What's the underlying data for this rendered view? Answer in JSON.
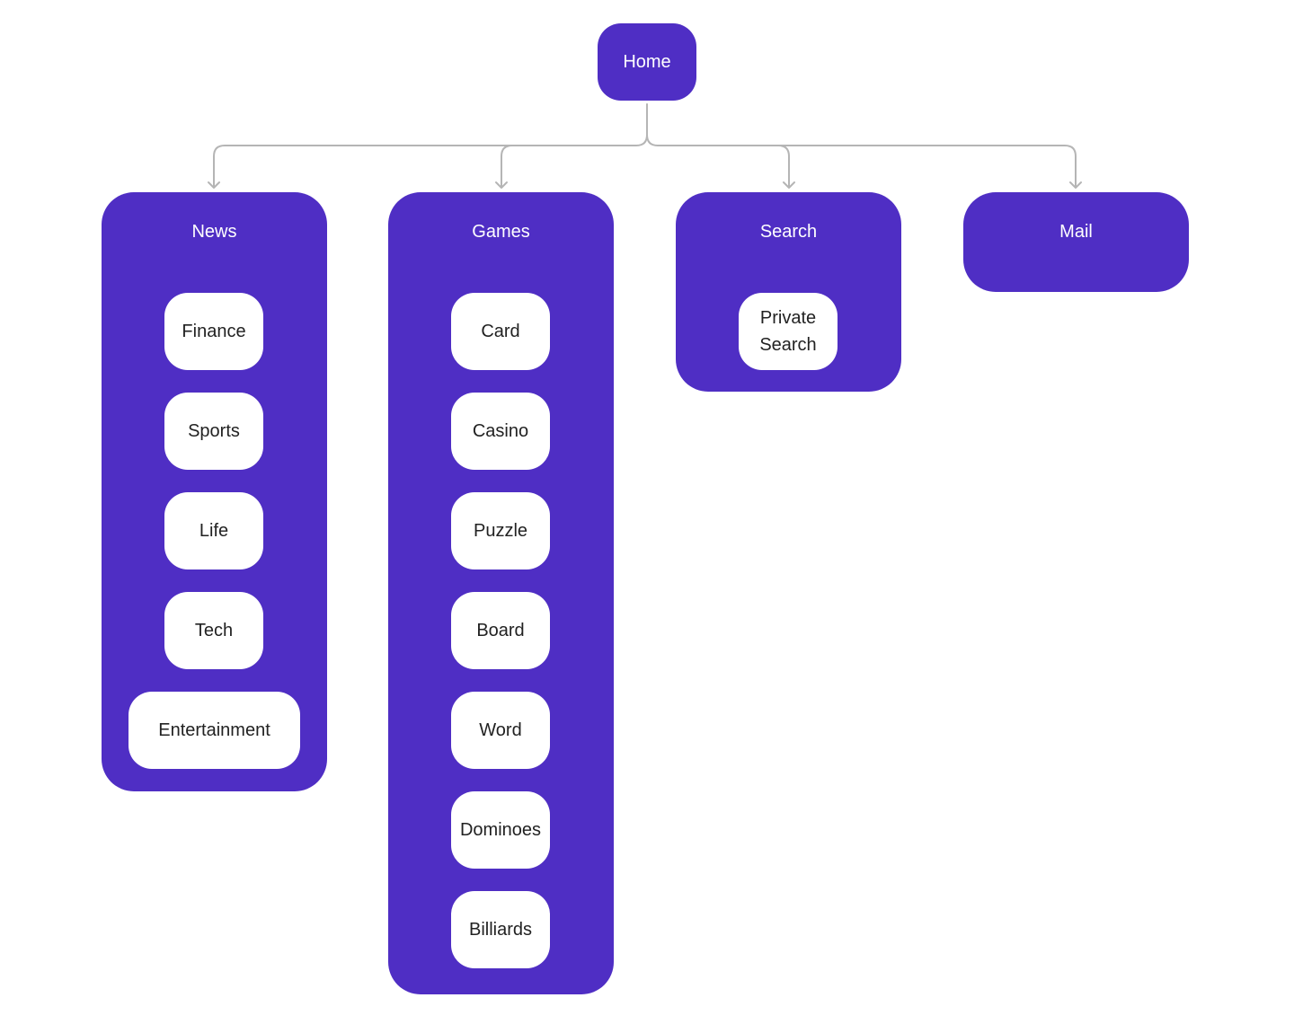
{
  "theme": {
    "accent": "#4f2ec4",
    "connector": "#b5b5b5",
    "pill_bg": "#ffffff",
    "pill_text": "#222222"
  },
  "root": {
    "label": "Home"
  },
  "groups": [
    {
      "title": "News",
      "items": [
        "Finance",
        "Sports",
        "Life",
        "Tech",
        "Entertainment"
      ]
    },
    {
      "title": "Games",
      "items": [
        "Card",
        "Casino",
        "Puzzle",
        "Board",
        "Word",
        "Dominoes",
        "Billiards"
      ]
    },
    {
      "title": "Search",
      "items": [
        "Private Search"
      ]
    },
    {
      "title": "Mail",
      "items": []
    }
  ]
}
